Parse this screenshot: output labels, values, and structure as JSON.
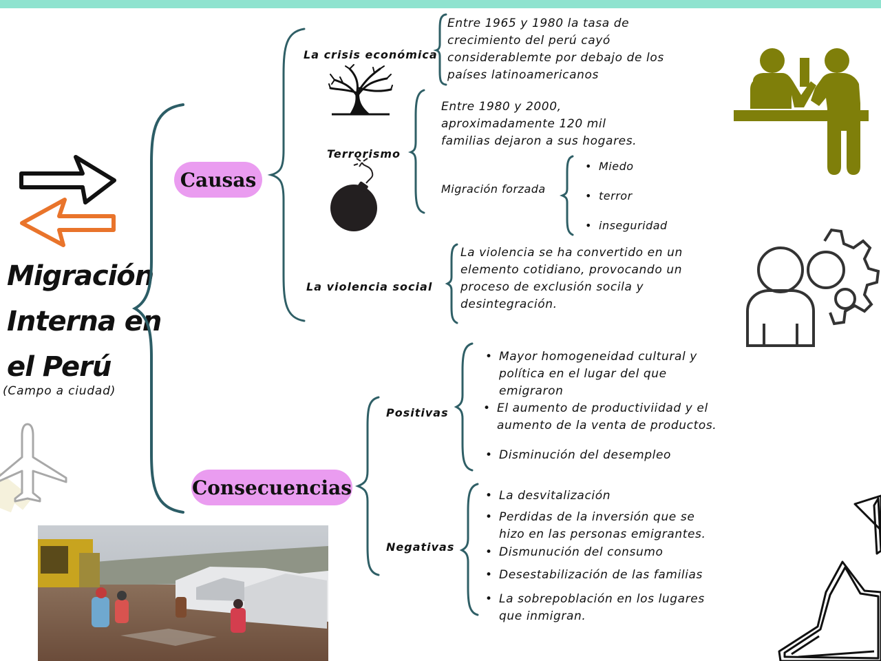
{
  "title": {
    "line1": "Migración",
    "line2": "Interna en",
    "line3": "el Perú",
    "subtitle": "(Campo a ciudad)"
  },
  "causas": {
    "label": "Causas",
    "crisis": {
      "label": "La crisis económica",
      "text": [
        "Entre 1965 y 1980 la tasa de",
        "crecimiento del perú  cayó",
        "considerablemte por debajo de los",
        "países latinoamericanos"
      ]
    },
    "terrorismo": {
      "label": "Terrorismo",
      "text": [
        "Entre 1980 y 2000,",
        "aproximadamente 120 mil",
        "familias dejaron a sus hogares."
      ],
      "migracion_label": "Migración forzada",
      "migracion_items": [
        "Miedo",
        "terror",
        "inseguridad"
      ]
    },
    "violencia": {
      "label": "La violencia social",
      "text": [
        "La violencia se ha convertido en un",
        "elemento cotidiano, provocando un",
        "proceso de exclusión socila y",
        "desintegración."
      ]
    }
  },
  "consecuencias": {
    "label": "Consecuencias",
    "positivas": {
      "label": "Positivas",
      "items": [
        [
          "Mayor homogeneidad cultural  y",
          "política en el lugar del que",
          "emigraron"
        ],
        [
          "El aumento de productiviidad  y el",
          "aumento de la venta de productos."
        ],
        [
          "Disminución del desempleo"
        ]
      ]
    },
    "negativas": {
      "label": "Negativas",
      "items": [
        [
          "La desvitalización"
        ],
        [
          "Perdidas de la inversión  que se",
          "hizo en las personas emigrantes."
        ],
        [
          "Dismunución del consumo"
        ],
        [
          "Desestabilización de las familias"
        ],
        [
          "La sobrepoblación en los lugares",
          "que inmigran."
        ]
      ]
    }
  },
  "colors": {
    "accent_bar": "#8fe3cf",
    "pill": "#ea9cf0",
    "brace": "#2f5f66",
    "icon_olive": "#7f7f0a",
    "arrow_orange": "#e9742b"
  },
  "icons": [
    "right-arrow-icon",
    "left-arrow-icon",
    "tree-icon",
    "bomb-icon",
    "airplane-icon",
    "people-desk-icon",
    "person-gear-icon",
    "star-icon"
  ]
}
